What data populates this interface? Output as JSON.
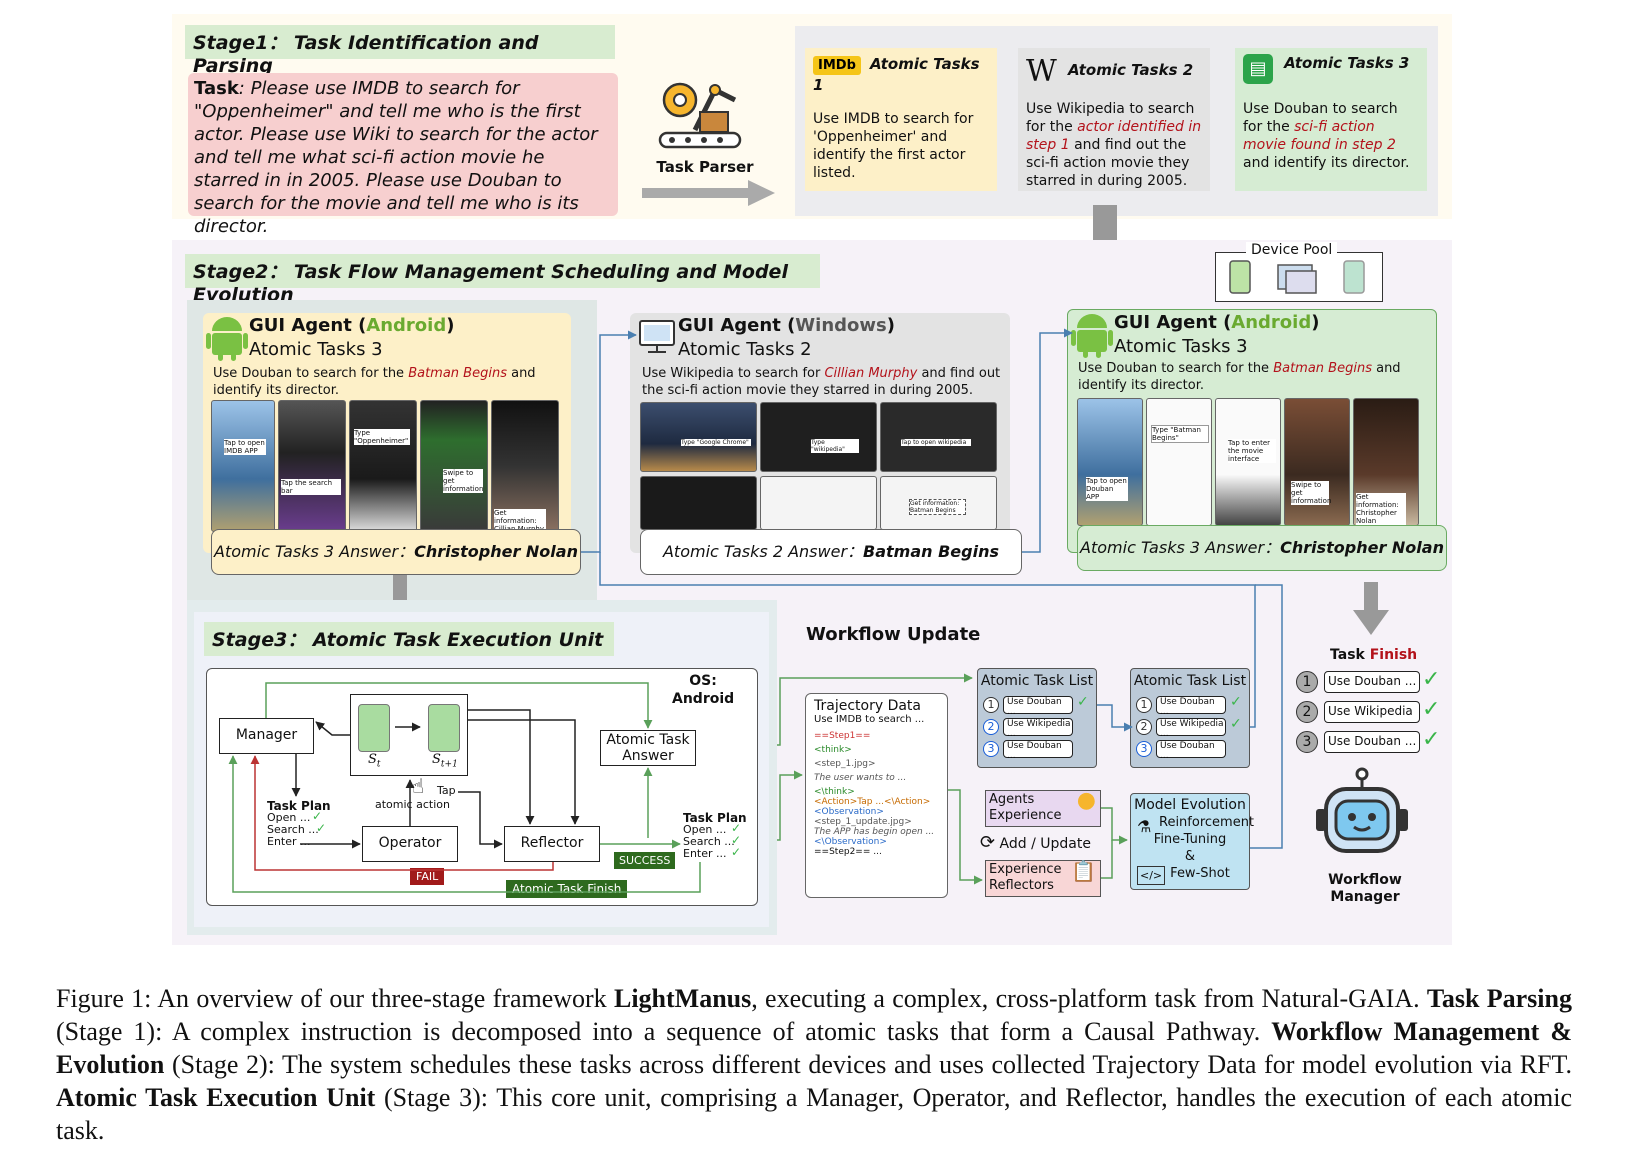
{
  "stage1": {
    "title": "Stage1： Task Identification and Parsing",
    "task_label": "Task",
    "task_text": ": Please use IMDB to search for \"Oppenheimer\" and tell me who is the first actor. Please use Wiki to search for the actor and tell me what sci-fi action movie he starred in in 2005. Please use Douban to search for the movie and tell me who is its director.",
    "parser_label": "Task Parser",
    "atomic": [
      {
        "logo": "IMDb",
        "title": "Atomic Tasks 1",
        "text": "Use IMDB to search for 'Oppenheimer' and identify the first actor listed.",
        "color": "#fdf0c8"
      },
      {
        "logo": "W",
        "title": "Atomic Tasks 2",
        "text_a": "Use Wikipedia to search for the ",
        "red": "actor identified in step 1",
        "text_b": " and find out the sci-fi action movie they starred in during 2005.",
        "color": "#e3e3e3"
      },
      {
        "logo": "Douban",
        "title": "Atomic Tasks 3",
        "text_a": "Use Douban to search for the ",
        "red": "sci-fi action movie found in step 2",
        "text_b": " and identify its director.",
        "color": "#d6ecd3"
      }
    ]
  },
  "stage2": {
    "title": "Stage2： Task Flow Management Scheduling and Model Evolution",
    "device_pool": "Device Pool",
    "agents": [
      {
        "head": "GUI Agent",
        "platform": "Android",
        "task": "Atomic Tasks 3",
        "desc_a": "Use Douban to search for the ",
        "red": "Batman Begins",
        "desc_b": " and identify its director.",
        "answer_label": "Atomic Tasks 3 Answer：",
        "answer": "Christopher Nolan",
        "shots": [
          "Tap to open IMDB APP",
          "Type \"Oppenheimer\"",
          "Tap the search bar",
          "Swipe to get information",
          "Get information: Cillian Murphy"
        ]
      },
      {
        "head": "GUI Agent",
        "platform": "Windows",
        "task": "Atomic Tasks 2",
        "desc_a": "Use Wikipedia to search for ",
        "red": "Cillian Murphy",
        "desc_b": " and find out the sci-fi action movie they starred in during 2005.",
        "answer_label": "Atomic Tasks 2 Answer：",
        "answer": "Batman Begins",
        "shots": [
          "Type \"Google Chrome\"",
          "Type \"wikipedia\"",
          "Tap to open wikipedia",
          "Get information: Batman Begins"
        ]
      },
      {
        "head": "GUI Agent",
        "platform": "Android",
        "task": "Atomic Tasks 3",
        "desc_a": "Use Douban to search for the ",
        "red": "Batman Begins",
        "desc_b": " and identify its director.",
        "answer_label": "Atomic Tasks 3 Answer：",
        "answer": "Christopher Nolan",
        "shots": [
          "Tap to open Douban APP",
          "Type \"Batman Begins\"",
          "Tap to enter the movie interface",
          "Swipe to get information",
          "Get information: Christopher Nolan"
        ]
      }
    ],
    "workflow_update": "Workflow Update",
    "trajectory": {
      "title": "Trajectory Data",
      "lines": [
        "Use IMDB to search ...",
        "==Step1==",
        "<think>",
        "<step_1.jpg>",
        "The user wants to ...",
        "<\\think>",
        "<Action>Tap ...<\\Action>",
        "<Observation>",
        "<step_1_update.jpg>",
        "The APP has begin open ...",
        "<\\Observation>",
        "==Step2== ..."
      ]
    },
    "task_list_title": "Atomic Task List",
    "task_list_items": [
      "Use Douban ...",
      "Use Wikipedia ...",
      "Use Douban ..."
    ],
    "agents_experience": "Agents Experience",
    "add_update": "Add / Update",
    "experience_reflectors": "Experience Reflectors",
    "model_evolution": {
      "title": "Model Evolution",
      "l1": "Reinforcement",
      "l2": "Fine-Tuning",
      "l3": "&",
      "l4": "Few-Shot"
    },
    "task_finish_a": "Task ",
    "task_finish_b": "Finish",
    "finish_items": [
      "Use Douban ...",
      "Use Wikipedia ...",
      "Use Douban ..."
    ],
    "workflow_manager": "Workflow Manager"
  },
  "stage3": {
    "title": "Stage3： Atomic Task Execution Unit",
    "os": "OS:",
    "os_name": "Android",
    "manager": "Manager",
    "operator": "Operator",
    "reflector": "Reflector",
    "answer_box": "Atomic Task Answer",
    "task_plan": "Task Plan",
    "plan_items": [
      "Open ...",
      "Search ...",
      "Enter ..."
    ],
    "atomic_action": "atomic action",
    "tap": "Tap",
    "st": "S",
    "st_sub": "t",
    "st1_sub": "t+1",
    "fail": "FAIL",
    "success": "SUCCESS",
    "finish": "Atomic Task Finish"
  },
  "caption": {
    "p1": "Figure 1: An overview of our three-stage framework ",
    "b1": "LightManus",
    "p2": ", executing a complex, cross-platform task from Natural-GAIA. ",
    "b2": "Task Parsing",
    "p3": " (Stage 1): A complex instruction is decomposed into a sequence of atomic tasks that form a Causal Pathway. ",
    "b3": "Workflow Management & Evolution",
    "p4": " (Stage 2): The system schedules these tasks across different devices and uses collected Trajectory Data for model evolution via RFT. ",
    "b4": "Atomic Task Execution Unit",
    "p5": " (Stage 3): This core unit, comprising a Manager, Operator, and Reflector, handles the execution of each atomic task."
  }
}
